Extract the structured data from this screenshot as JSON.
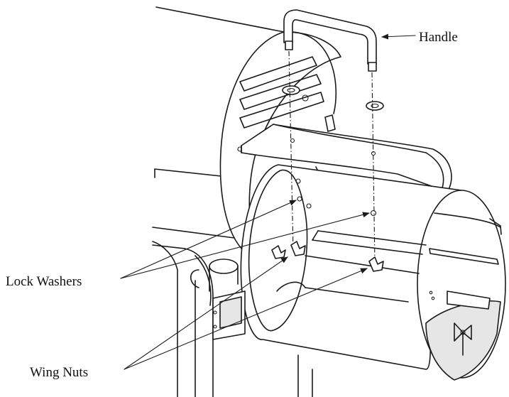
{
  "labels": {
    "handle": "Handle",
    "lock_washers": "Lock Washers",
    "wing_nuts": "Wing Nuts"
  },
  "colors": {
    "line": "#1a1a1a",
    "background": "#ffffff"
  }
}
